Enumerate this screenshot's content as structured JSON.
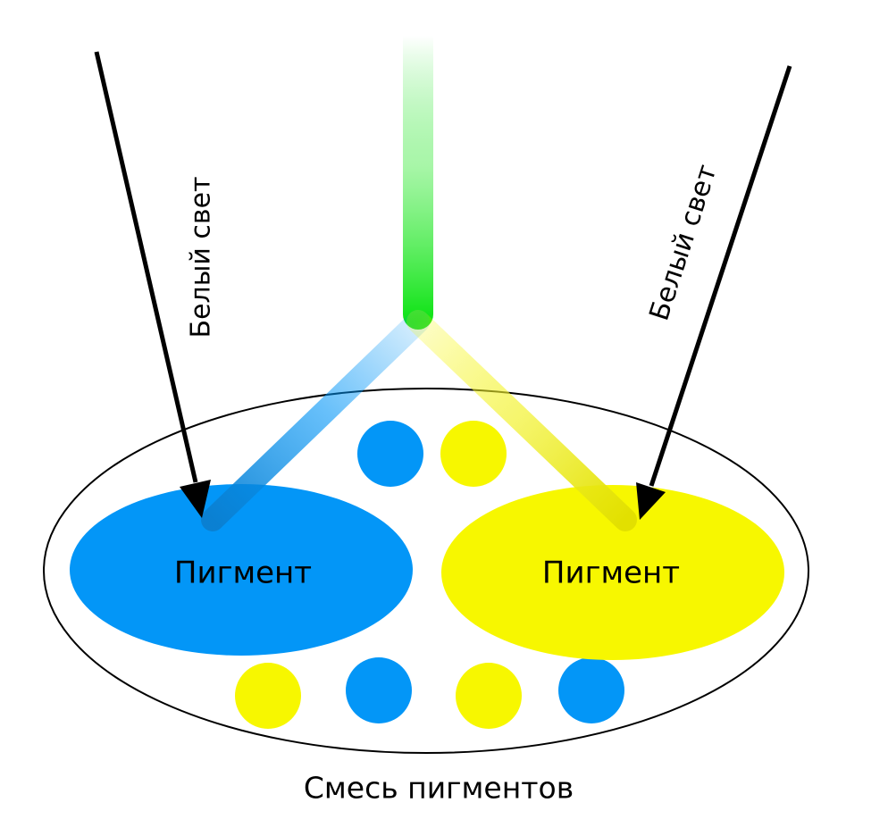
{
  "labels": {
    "white_light_left": "Белый свет",
    "white_light_right": "Белый свет",
    "pigment_blue": "Пигмент",
    "pigment_yellow": "Пигмент",
    "mixture": "Смесь пигментов"
  },
  "colors": {
    "blue": "#0396f7",
    "yellow": "#f7f700",
    "green": "#0ce313",
    "outline": "#000000",
    "background": "#ffffff"
  }
}
